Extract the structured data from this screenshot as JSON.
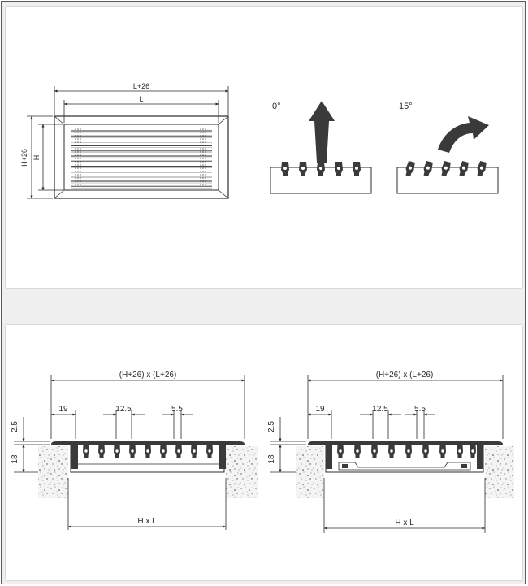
{
  "front_view": {
    "outer_width_label": "L+26",
    "inner_width_label": "L",
    "outer_height_label": "H+26",
    "inner_height_label": "H"
  },
  "blade_angles": [
    {
      "label": "0°"
    },
    {
      "label": "15°"
    }
  ],
  "sections": [
    {
      "overall_label": "(H+26) x (L+26)",
      "flange_label": "19",
      "pitch_label": "12.5",
      "blade_label": "5.5",
      "flange_thickness_label": "2.5",
      "depth_label": "18",
      "opening_label": "H x L"
    },
    {
      "overall_label": "(H+26) x (L+26)",
      "flange_label": "19",
      "pitch_label": "12.5",
      "blade_label": "5.5",
      "flange_thickness_label": "2.5",
      "depth_label": "18",
      "opening_label": "H x L"
    }
  ],
  "colors": {
    "line": "#2b2b2b",
    "blade": "#3a3a3a",
    "arrow": "#3a3a3a",
    "concrete": "#f2f2f2",
    "panel": "#ffffff",
    "background": "#efefef"
  }
}
